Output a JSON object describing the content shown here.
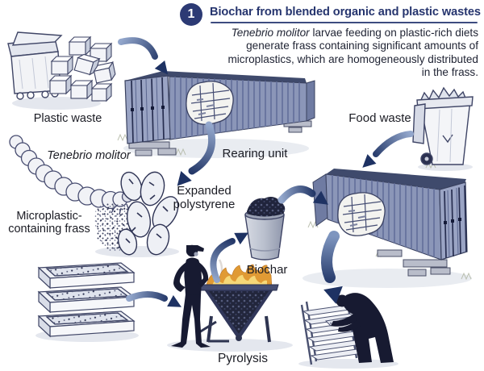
{
  "header": {
    "step_number": "1",
    "title": "Biochar from blended organic and plastic wastes",
    "description_lead_italic": "Tenebrio molitor",
    "description_rest": " larvae feeding on plastic-rich diets generate frass containing significant amounts of microplastics, which are homogeneously distributed in the frass."
  },
  "labels": {
    "plastic_waste": "Plastic waste",
    "tenebrio_molitor": "Tenebrio molitor",
    "rearing_unit": "Rearing unit",
    "expanded_polystyrene": "Expanded polystyrene",
    "microplastic_frass": "Microplastic-containing frass",
    "food_waste": "Food waste",
    "biochar": "Biochar",
    "pyrolysis": "Pyrolysis"
  },
  "colors": {
    "title_navy": "#26356e",
    "arrow_light": "#93a7cc",
    "arrow_dark": "#1e3263",
    "container_side": "#8b96b8",
    "container_door": "#9aa4c4",
    "container_roof": "#3f4a6c",
    "silhouette": "#171a31",
    "flame_orange": "#e09a34",
    "flame_yellow": "#f6d878",
    "biochar_dark": "#20243c",
    "label_text": "#1b1c24"
  }
}
